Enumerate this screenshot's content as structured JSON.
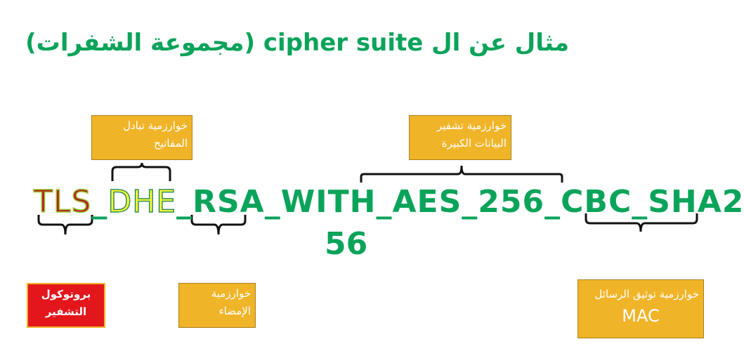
{
  "title": "مثال عن ال cipher suite (مجموعة الشفرات)",
  "cipher": {
    "tls": "TLS",
    "sep1": "_",
    "dhe": "DHE",
    "rest": "_RSA_WITH_AES_256_CBC_SHA2",
    "wrap": "56"
  },
  "labels": {
    "key_exchange": [
      "خوارزمية تبادل",
      "المفاتيح"
    ],
    "bulk_encryption": [
      "خوارزمية تشفير",
      "البيانات الكبيرة"
    ],
    "protocol": [
      "بروتوكول",
      "التشفير"
    ],
    "signature": [
      "خوارزمية",
      "الإمضاء"
    ],
    "mac": [
      "خوارزمية توثيق الرسائل",
      "MAC"
    ]
  },
  "colors": {
    "title_green": "#0aa35a",
    "box_orange": "#f0b429",
    "box_red": "#e3161c",
    "tls_red": "#b22222",
    "dhe_yellow": "#ffff33"
  }
}
